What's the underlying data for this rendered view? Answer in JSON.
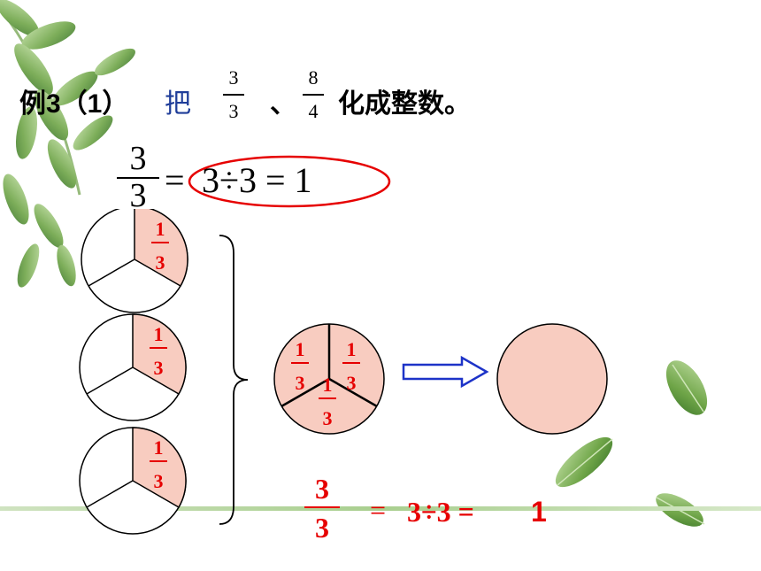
{
  "title": {
    "prefix": "例3（1）",
    "verb": "把",
    "fraction_a": {
      "numerator": "3",
      "denominator": "3"
    },
    "separator": "、",
    "fraction_b": {
      "numerator": "8",
      "denominator": "4"
    },
    "suffix": "化成整数。"
  },
  "equation_top": {
    "fraction": {
      "numerator": "3",
      "denominator": "3"
    },
    "equals": "=",
    "expression": "3÷3 = 1"
  },
  "pie_label": {
    "numerator": "1",
    "denominator": "3"
  },
  "equation_bottom": {
    "fraction": {
      "numerator": "3",
      "denominator": "3"
    },
    "equals": "=",
    "expression": "3÷3 =",
    "result": "1"
  },
  "colors": {
    "highlight": "#f8ccc0",
    "red": "#e60000",
    "blue_arrow": "#1d33c8",
    "title_blue": "#1f3d99",
    "leaf_green": "#5e9a3c"
  },
  "icons": {
    "decor": "leaf-branch-icon",
    "arrow": "right-arrow-icon",
    "bracket": "right-brace-icon"
  }
}
